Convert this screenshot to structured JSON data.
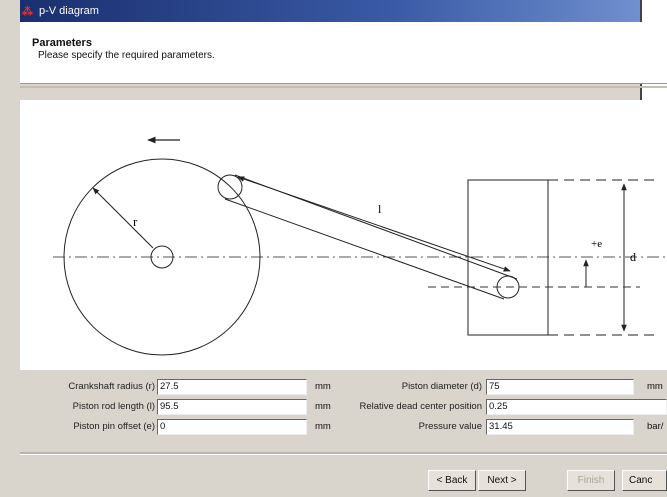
{
  "window": {
    "title": "p-V diagram",
    "icon": "app-logo-icon"
  },
  "header": {
    "title": "Parameters",
    "subtitle": "Please specify the required parameters."
  },
  "diagram": {
    "labels": {
      "radius": "r",
      "rod": "l",
      "offset": "+e",
      "diameter": "d"
    }
  },
  "form": {
    "crank_radius": {
      "label": "Crankshaft radius (r)",
      "value": "27.5",
      "unit": "mm"
    },
    "rod_length": {
      "label": "Piston rod length (l)",
      "value": "95.5",
      "unit": "mm"
    },
    "pin_offset": {
      "label": "Piston pin offset (e)",
      "value": "0",
      "unit": "mm"
    },
    "piston_diameter": {
      "label": "Piston diameter (d)",
      "value": "75",
      "unit": "mm"
    },
    "dead_center": {
      "label": "Relative dead center position",
      "value": "0.25"
    },
    "pressure": {
      "label": "Pressure value",
      "value": "31.45",
      "unit": "bar/"
    }
  },
  "buttons": {
    "back": "< Back",
    "next": "Next >",
    "finish": "Finish",
    "cancel": "Canc"
  }
}
